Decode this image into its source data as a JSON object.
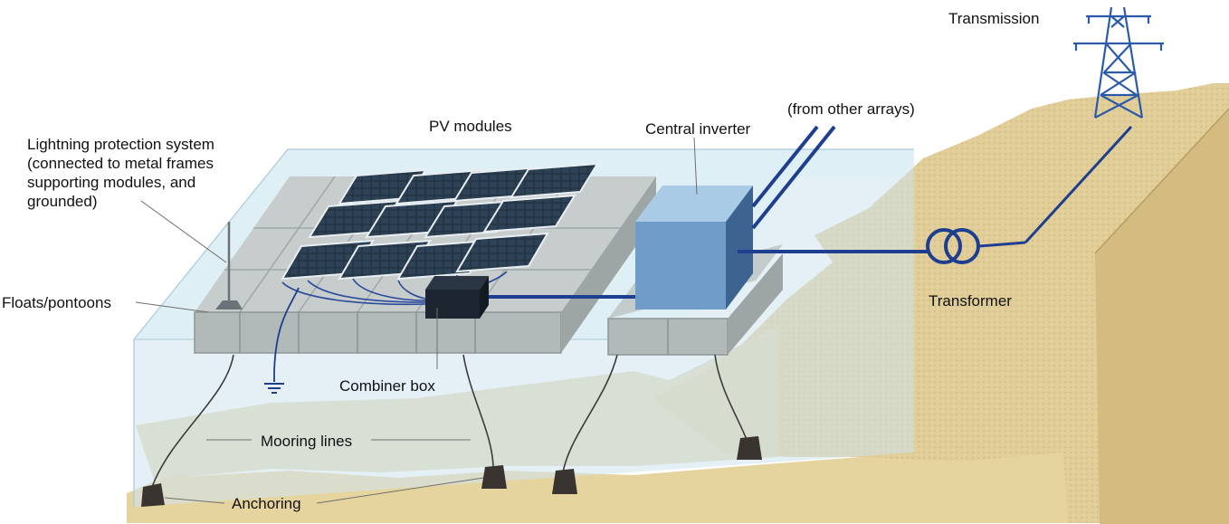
{
  "labels": {
    "transmission": "Transmission",
    "from_other_arrays": "(from other arrays)",
    "central_inverter": "Central inverter",
    "pv_modules": "PV modules",
    "lightning": [
      "Lightning protection system",
      "(connected to metal frames",
      "supporting modules, and",
      "grounded)"
    ],
    "floats": "Floats/pontoons",
    "transformer": "Transformer",
    "combiner_box": "Combiner box",
    "mooring_lines": "Mooring lines",
    "anchoring": "Anchoring"
  },
  "colors": {
    "sand": "#e0cd98",
    "sand_dark": "#c7ad6e",
    "water": "#d6e9f1",
    "float": "#b9c0c0",
    "float_dark": "#98a0a0",
    "panel": "#1f2d3a",
    "inverter_front": "#6f9cc8",
    "inverter_top": "#a9cbe5",
    "inverter_side": "#3d6491",
    "cable": "#1e3f8f",
    "tower": "#2b5aa8",
    "anchor": "#3a3430",
    "combiner": "#1c2530"
  },
  "icons": [
    "transmission-tower-icon",
    "transformer-icon",
    "ground-symbol-icon",
    "lightning-rod-icon"
  ]
}
